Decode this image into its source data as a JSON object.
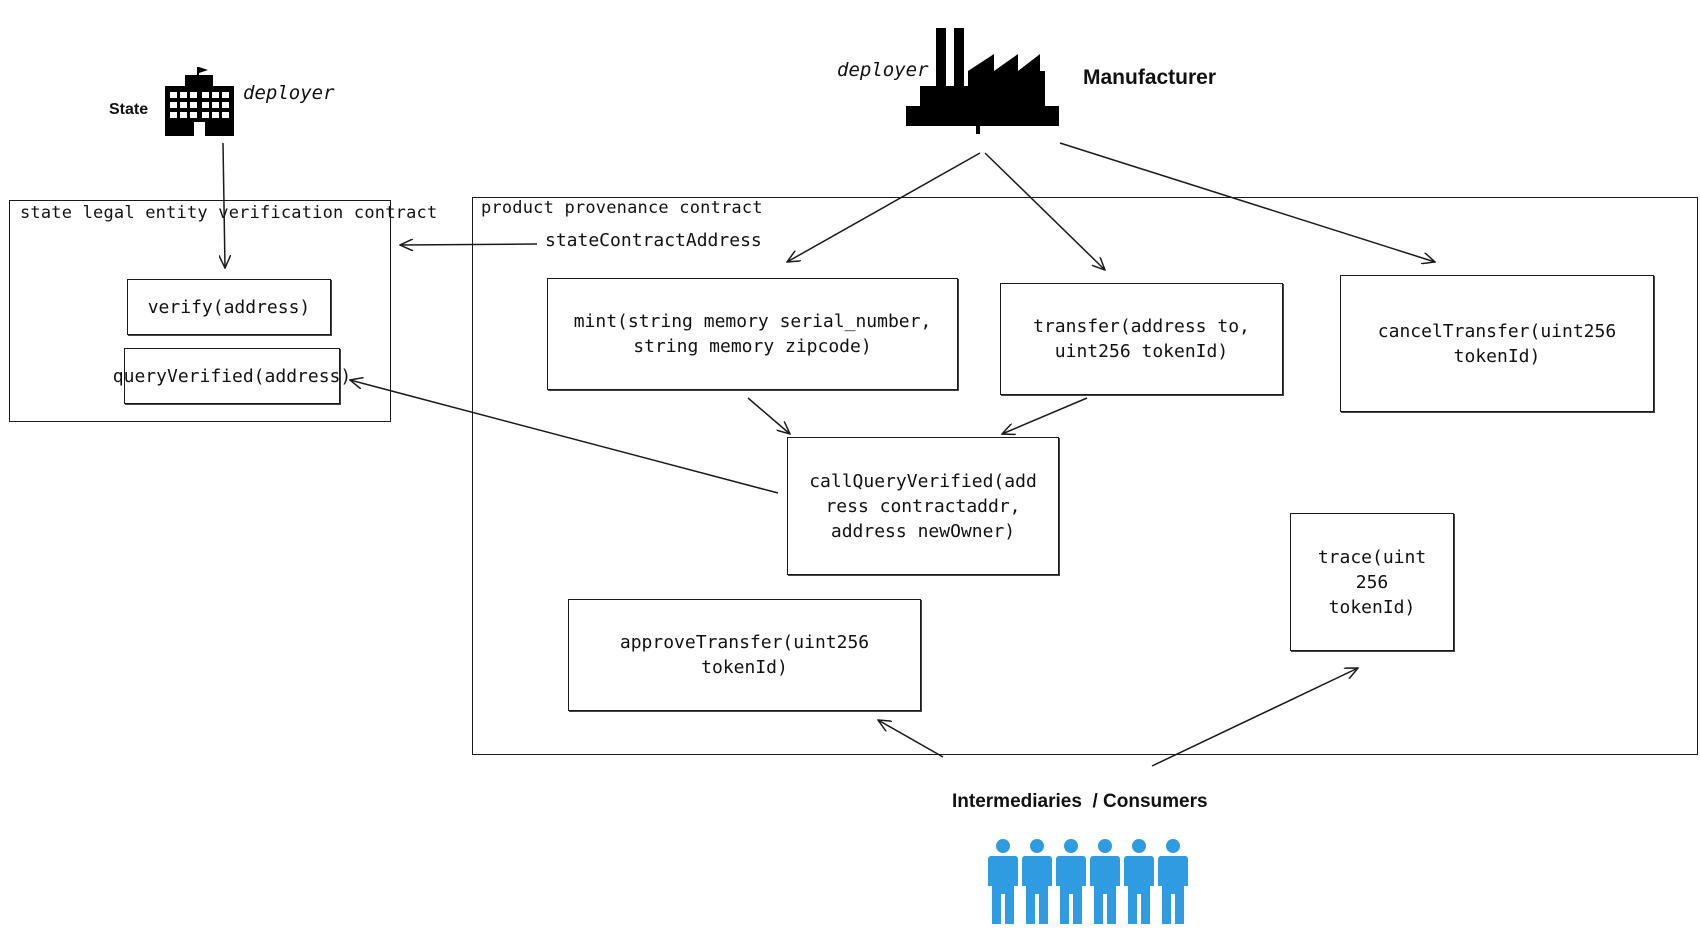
{
  "actors": {
    "state": {
      "label": "State",
      "role": "deployer",
      "icon": "government-building-icon"
    },
    "manufacturer": {
      "label": "Manufacturer",
      "role": "deployer",
      "icon": "factory-icon"
    },
    "users": {
      "label": "Intermediaries  / Consumers",
      "icon": "people-group-icon",
      "people_count": 6
    }
  },
  "state_contract": {
    "title": "state legal entity verification contract",
    "functions": {
      "verify": "verify(address)",
      "query_verified": "queryVerified(address)"
    }
  },
  "provenance_contract": {
    "title": "product provenance contract",
    "state_address_label": "stateContractAddress",
    "functions": {
      "mint": "mint(string memory serial_number,\nstring memory zipcode)",
      "transfer": "transfer(address to,\nuint256 tokenId)",
      "cancel_transfer": "cancelTransfer(uint256\ntokenId)",
      "call_query_verified": "callQueryVerified(add\nress contractaddr,\naddress newOwner)",
      "approve_transfer": "approveTransfer(uint256\ntokenId)",
      "trace": "trace(uint\n256\ntokenId)"
    }
  },
  "colors": {
    "people": "#2f9be0",
    "ink": "#111111"
  }
}
